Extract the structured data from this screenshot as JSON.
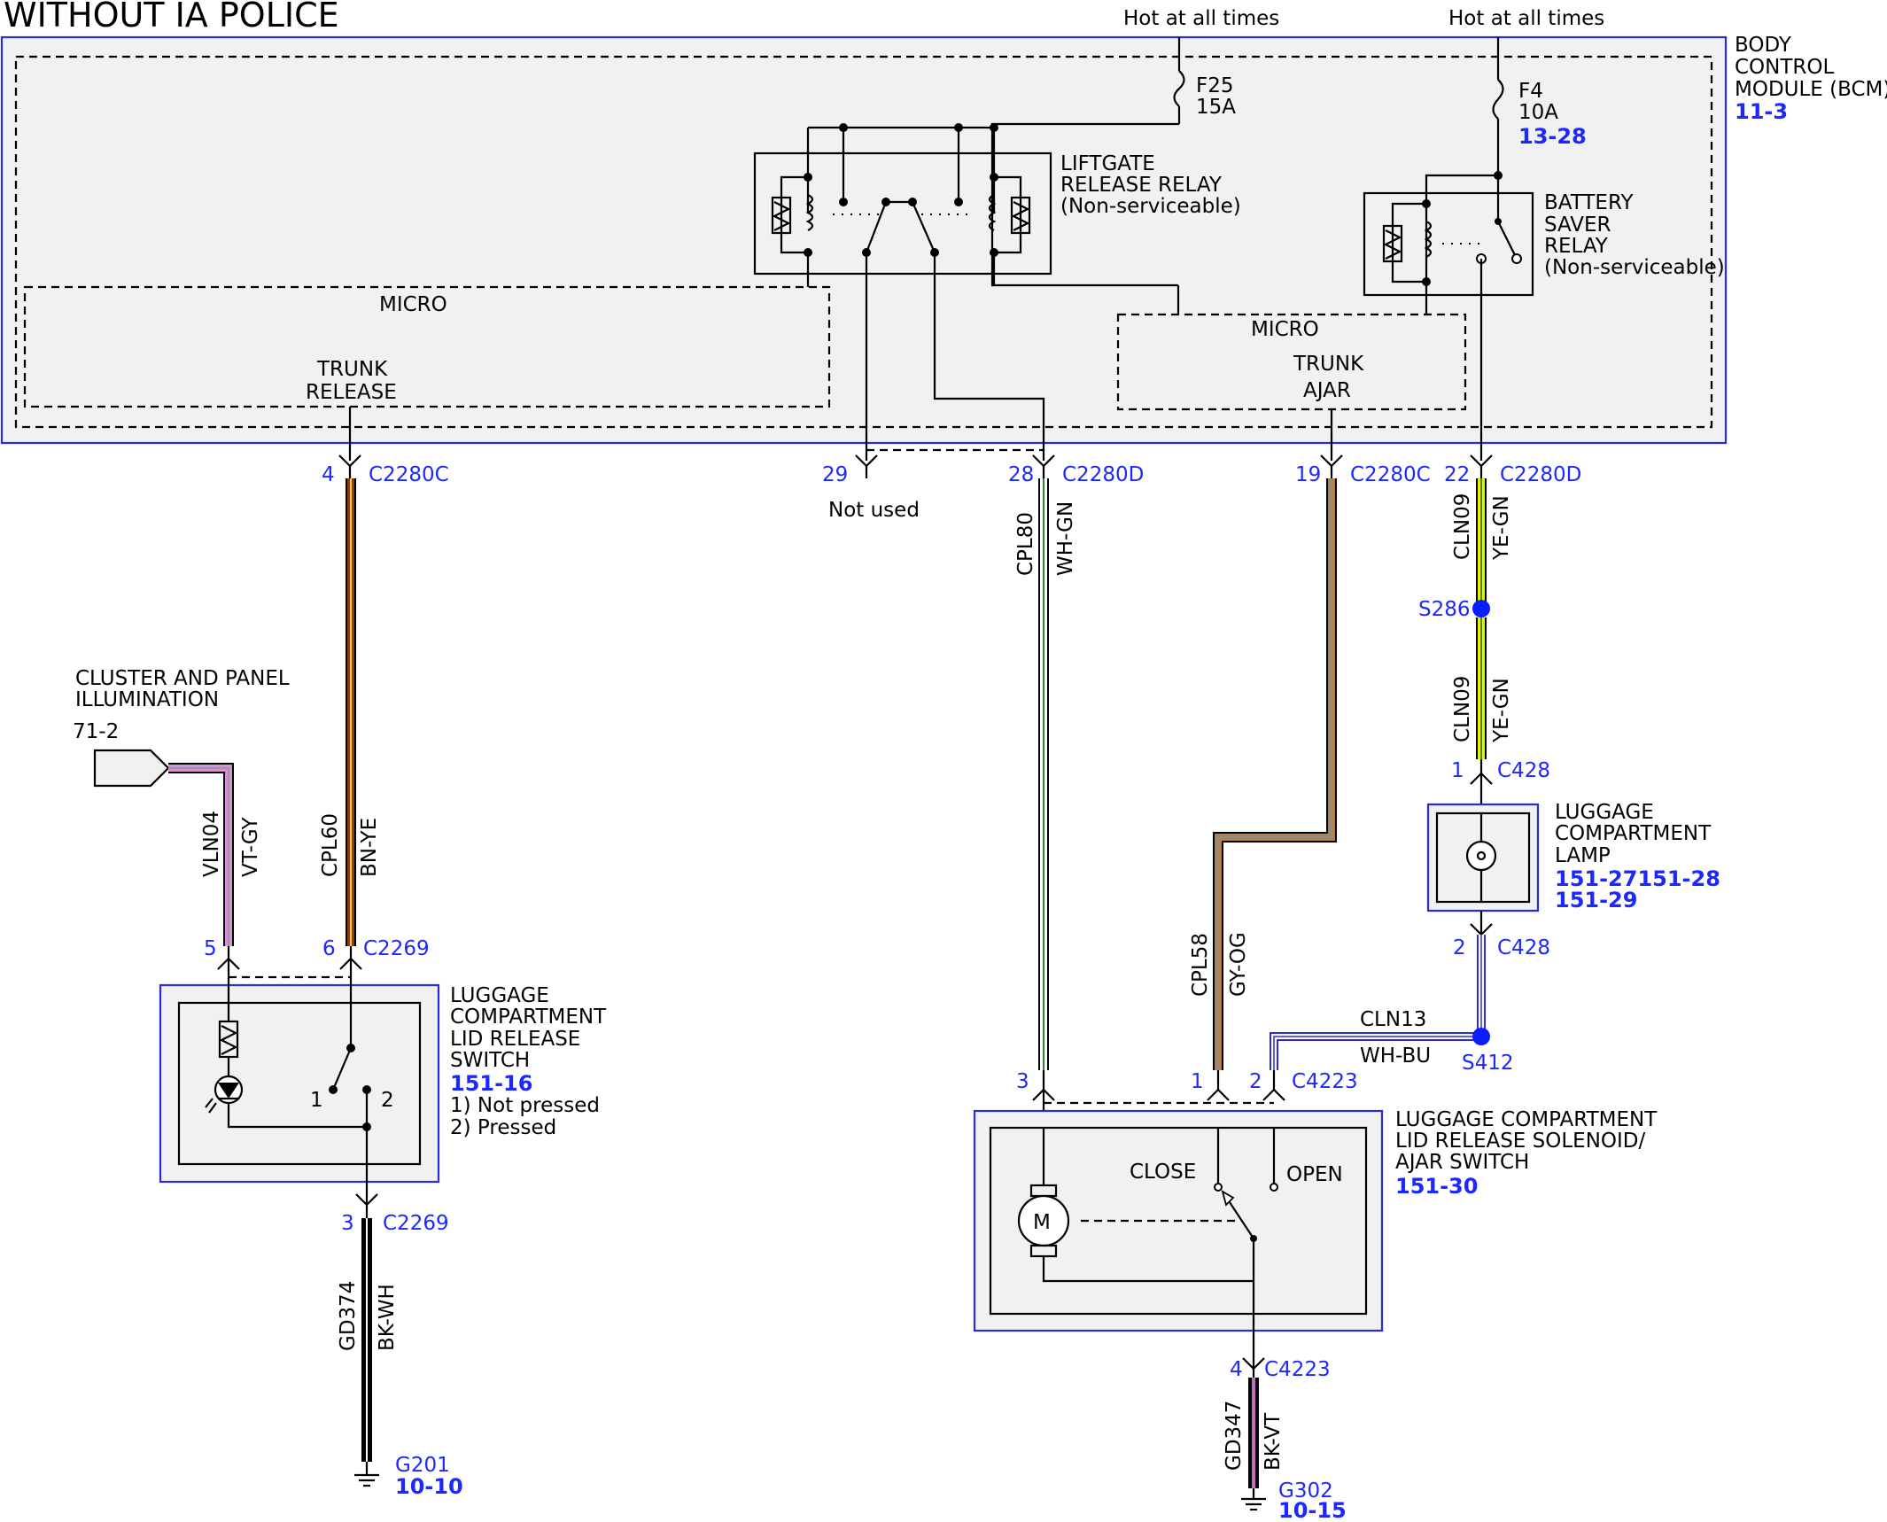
{
  "title": "WITHOUT IA POLICE",
  "power": {
    "hot1": "Hot at all times",
    "hot2": "Hot at all times",
    "fuse_f25": "F25",
    "fuse_f25_amp": "15A",
    "fuse_f4": "F4",
    "fuse_f4_amp": "10A",
    "fuse_f4_ref": "13-28"
  },
  "bcm": {
    "l1": "BODY",
    "l2": "CONTROL",
    "l3": "MODULE (BCM)",
    "ref": "11-3",
    "micro_left": "MICRO",
    "trunk_release_1": "TRUNK",
    "trunk_release_2": "RELEASE",
    "micro_right": "MICRO",
    "trunk_ajar_1": "TRUNK",
    "trunk_ajar_2": "AJAR",
    "liftgate_1": "LIFTGATE",
    "liftgate_2": "RELEASE RELAY",
    "liftgate_3": "(Non-serviceable)",
    "battsaver_1": "BATTERY",
    "battsaver_2": "SAVER",
    "battsaver_3": "RELAY",
    "battsaver_4": "(Non-serviceable)"
  },
  "connectors": {
    "p4": "4",
    "c4": "C2280C",
    "p29": "29",
    "not_used": "Not used",
    "p28": "28",
    "c28": "C2280D",
    "p19": "19",
    "c19": "C2280C",
    "p22": "22",
    "c22": "C2280D",
    "s286": "S286",
    "p1_c428": "1",
    "c428a": "C428",
    "p2_c428": "2",
    "c428b": "C428",
    "s412": "S412",
    "p5": "5",
    "p6": "6",
    "c2269a": "C2269",
    "p3_c2269": "3",
    "c2269b": "C2269",
    "p3_c4223": "3",
    "p1_c4223": "1",
    "p2_c4223": "2",
    "c4223a": "C4223",
    "p4_c4223": "4",
    "c4223b": "C4223"
  },
  "wires": {
    "cpl60": "CPL60",
    "cpl60_color": "BN-YE",
    "cpl80": "CPL80",
    "cpl80_color": "WH-GN",
    "cln09a": "CLN09",
    "cln09a_color": "YE-GN",
    "cln09b": "CLN09",
    "cln09b_color": "YE-GN",
    "vln04": "VLN04",
    "vln04_color": "VT-GY",
    "cpl58": "CPL58",
    "cpl58_color": "GY-OG",
    "cln13": "CLN13",
    "cln13_color": "WH-BU",
    "gd374": "GD374",
    "gd374_color": "BK-WH",
    "gd347": "GD347",
    "gd347_color": "BK-VT"
  },
  "cluster": {
    "l1": "CLUSTER AND PANEL",
    "l2": "ILLUMINATION",
    "ref": "71-2"
  },
  "switch": {
    "l1": "LUGGAGE",
    "l2": "COMPARTMENT",
    "l3": "LID RELEASE",
    "l4": "SWITCH",
    "ref": "151-16",
    "note1": "1) Not pressed",
    "note2": "2) Pressed",
    "pos1": "1",
    "pos2": "2"
  },
  "lamp": {
    "l1": "LUGGAGE",
    "l2": "COMPARTMENT",
    "l3": "LAMP",
    "ref1": "151-27151-28",
    "ref2": "151-29"
  },
  "solenoid": {
    "l1": "LUGGAGE COMPARTMENT",
    "l2": "LID RELEASE SOLENOID/",
    "l3": "AJAR SWITCH",
    "ref": "151-30",
    "close": "CLOSE",
    "open": "OPEN",
    "motor": "M"
  },
  "grounds": {
    "g201": "G201",
    "g201_ref": "10-10",
    "g302": "G302",
    "g302_ref": "10-15"
  },
  "colors": {
    "bn_ye_base": "#8b3a1a",
    "bn_ye_stripe": "#f2d21c",
    "wh_gn_stripe": "#2e8b2e",
    "ye_gn_base": "#e8f000",
    "ye_gn_stripe": "#3c8c2c",
    "vt_gy_base": "#d98fd9",
    "vt_gy_stripe": "#9a9a9a",
    "gy_og_base": "#b08050",
    "gy_og_stripe": "#8c8c8c",
    "wh_bu_stripe": "#2b2bdc",
    "bk_stripe": "#ffffff",
    "bk_vt_stripe": "#c070c0",
    "splice": "#0a1dff",
    "box_blue": "#2b2bdc"
  }
}
